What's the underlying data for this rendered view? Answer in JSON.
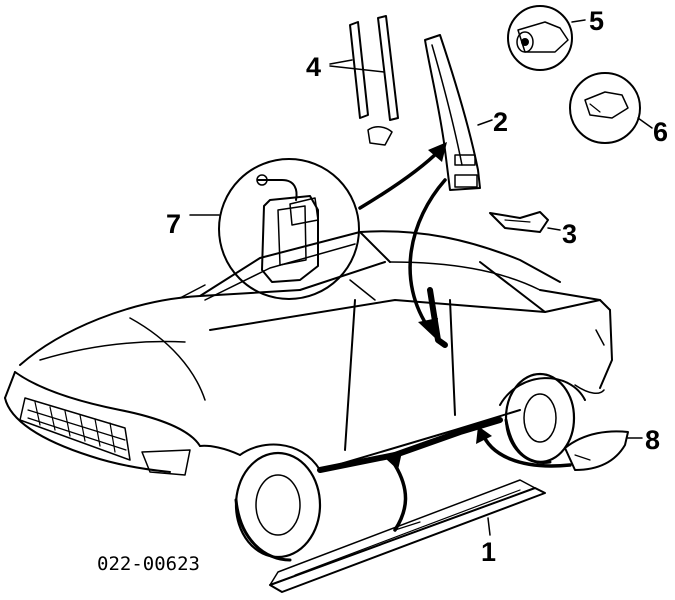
{
  "diagram": {
    "part_number": "022-00623",
    "callouts": [
      {
        "id": "1",
        "label": "1",
        "part": "rocker-panel-molding"
      },
      {
        "id": "2",
        "label": "2",
        "part": "pillar-garnish"
      },
      {
        "id": "3",
        "label": "3",
        "part": "clip"
      },
      {
        "id": "4",
        "label": "4",
        "part": "pillar-strips"
      },
      {
        "id": "5",
        "label": "5",
        "part": "grommet"
      },
      {
        "id": "6",
        "label": "6",
        "part": "push-rivet"
      },
      {
        "id": "7",
        "label": "7",
        "part": "bracket-detail"
      },
      {
        "id": "8",
        "label": "8",
        "part": "mudguard"
      }
    ],
    "colors": {
      "ink": "#000000",
      "paper": "#ffffff"
    }
  }
}
